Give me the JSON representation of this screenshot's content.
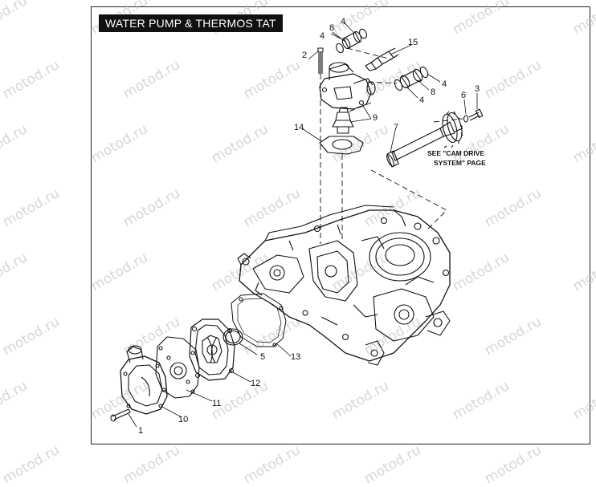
{
  "title": "WATER PUMP &  THERMOS TAT",
  "watermark": "motod.ru",
  "see_note": [
    "SEE \"CAM DRIVE",
    "SYSTEM\"  PAGE"
  ],
  "callouts": [
    {
      "id": "c1",
      "text": "1"
    },
    {
      "id": "c2",
      "text": "2"
    },
    {
      "id": "c3",
      "text": "3"
    },
    {
      "id": "c4a",
      "text": "4"
    },
    {
      "id": "c4b",
      "text": "4"
    },
    {
      "id": "c4c",
      "text": "4"
    },
    {
      "id": "c4d",
      "text": "4"
    },
    {
      "id": "c5",
      "text": "5"
    },
    {
      "id": "c6",
      "text": "6"
    },
    {
      "id": "c7",
      "text": "7"
    },
    {
      "id": "c8a",
      "text": "8"
    },
    {
      "id": "c8b",
      "text": "8"
    },
    {
      "id": "c9",
      "text": "9"
    },
    {
      "id": "c10",
      "text": "10"
    },
    {
      "id": "c11",
      "text": "11"
    },
    {
      "id": "c12",
      "text": "12"
    },
    {
      "id": "c13",
      "text": "13"
    },
    {
      "id": "c14",
      "text": "14"
    },
    {
      "id": "c15",
      "text": "15"
    }
  ],
  "colors": {
    "line": "#111111",
    "title_bg": "#111111",
    "title_fg": "#ffffff",
    "watermark": "#c9c9c9"
  }
}
